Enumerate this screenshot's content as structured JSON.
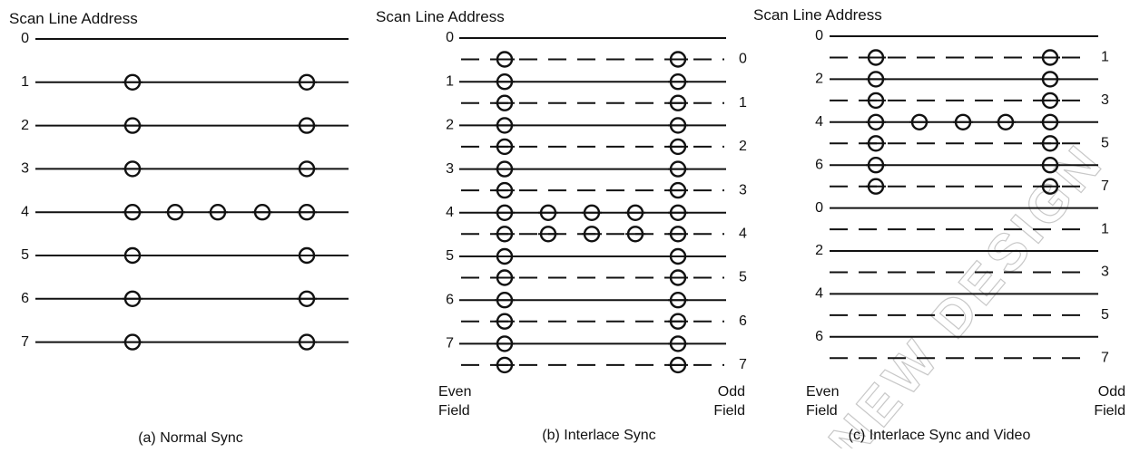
{
  "panels": {
    "a": {
      "title": "Scan Line Address",
      "caption": "(a) Normal Sync",
      "line_labels": [
        "0",
        "1",
        "2",
        "3",
        "4",
        "5",
        "6",
        "7"
      ]
    },
    "b": {
      "title": "Scan Line Address",
      "caption": "(b) Interlace Sync",
      "even_labels": [
        "0",
        "1",
        "2",
        "3",
        "4",
        "5",
        "6",
        "7"
      ],
      "odd_labels": [
        "0",
        "1",
        "2",
        "3",
        "4",
        "5",
        "6",
        "7"
      ],
      "even_field_line1": "Even",
      "even_field_line2": "Field",
      "odd_field_line1": "Odd",
      "odd_field_line2": "Field"
    },
    "c": {
      "title": "Scan Line Address",
      "caption": "(c) Interlace Sync and Video",
      "even_labels": [
        "0",
        "2",
        "4",
        "6",
        "0",
        "2",
        "4",
        "6"
      ],
      "odd_labels": [
        "1",
        "3",
        "5",
        "7",
        "1",
        "3",
        "5",
        "7"
      ],
      "even_field_line1": "Even",
      "even_field_line2": "Field",
      "odd_field_line1": "Odd",
      "odd_field_line2": "Field"
    }
  },
  "watermark": "NEW DESIGN",
  "colors": {
    "ink": "#111111",
    "watermark": "#dcdcdc"
  }
}
